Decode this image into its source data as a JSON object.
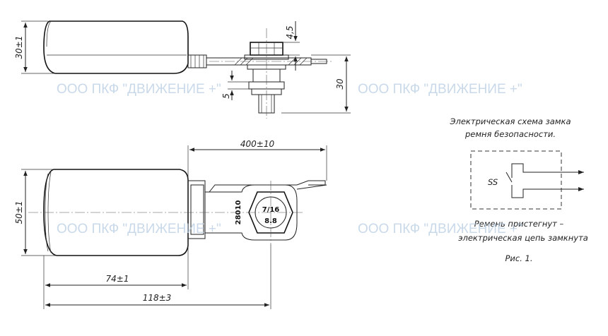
{
  "watermark": "ООО ПКФ \"ДВИЖЕНИЕ +\"",
  "dimensions": {
    "height_side": "30±1",
    "thread_gap": "4,5",
    "plate_gap": "5",
    "bolt_height": "30",
    "cable_length": "400±10",
    "width_top": "50±1",
    "body_length": "74±1",
    "total_length": "118±3"
  },
  "bolt_marking": {
    "thread": "7/16",
    "grade": "8.8",
    "code": "28010"
  },
  "schematic": {
    "title_line1": "Электрическая схема замка",
    "title_line2": "ремня безопасности.",
    "switch_label": "SS",
    "caption_line1": "Ремень пристегнут –",
    "caption_line2": "электрическая цепь замкнута",
    "figure": "Рис. 1."
  }
}
